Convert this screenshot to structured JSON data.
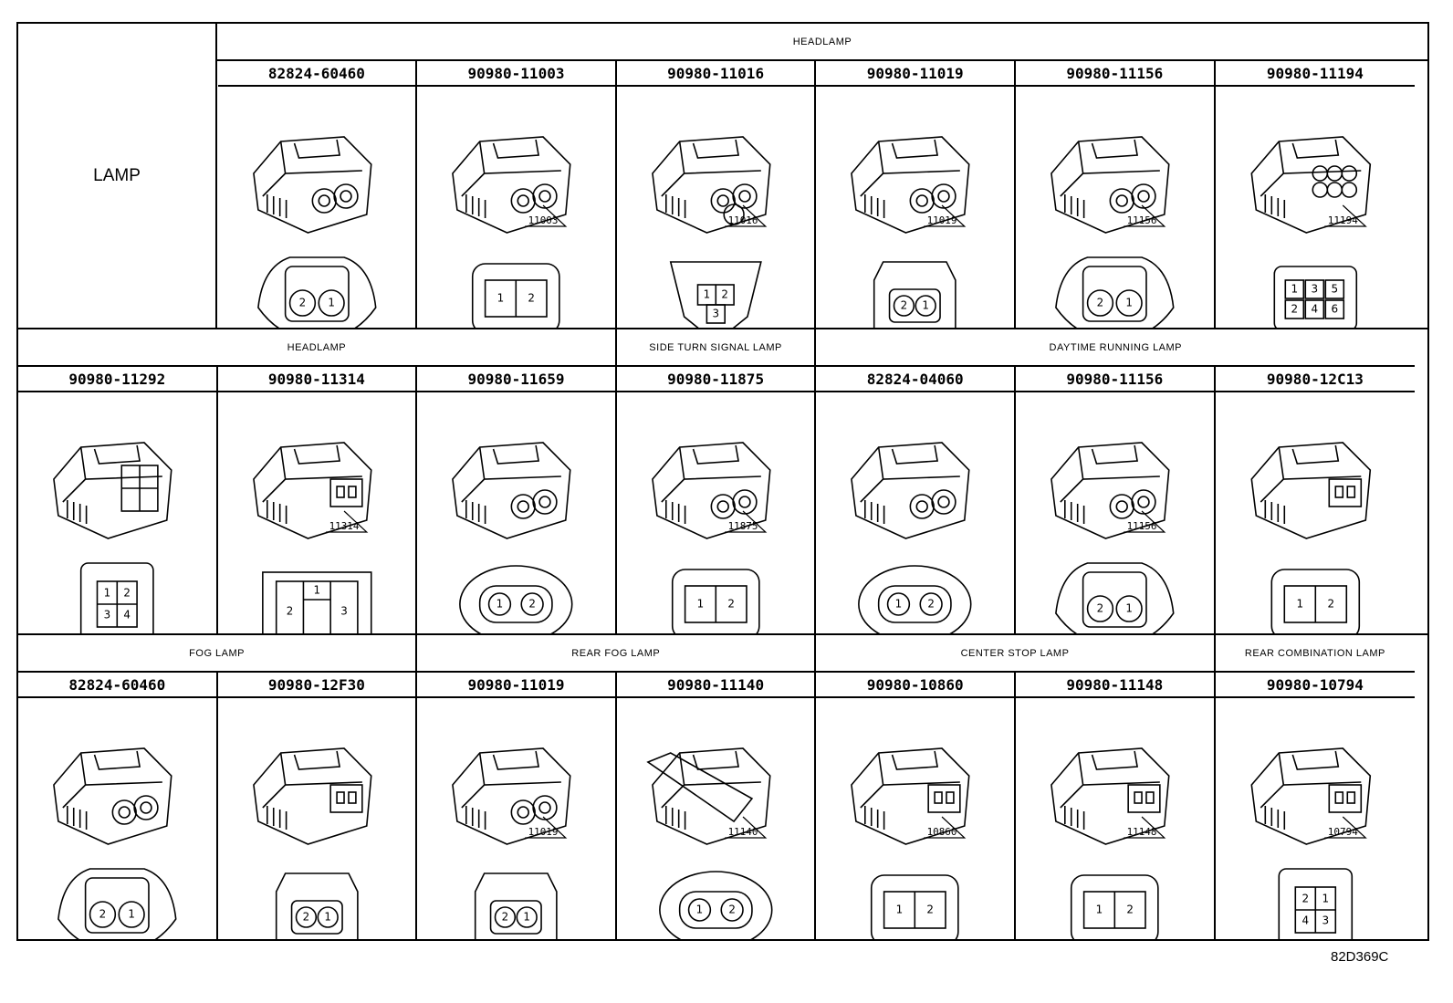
{
  "row1": {
    "left_label": "LAMP",
    "group": "HEADLAMP",
    "cells": [
      {
        "pn": "82824-60460",
        "pins": [
          "2",
          "1"
        ],
        "tag": "",
        "face": "round2"
      },
      {
        "pn": "90980-11003",
        "pins": [
          "1",
          "2"
        ],
        "tag": "11003",
        "face": "rect2"
      },
      {
        "pn": "90980-11016",
        "pins": [
          "1",
          "2",
          "3"
        ],
        "tag": "11016",
        "face": "tri3"
      },
      {
        "pn": "90980-11019",
        "pins": [
          "2",
          "1"
        ],
        "tag": "11019",
        "face": "small2"
      },
      {
        "pn": "90980-11156",
        "pins": [
          "2",
          "1"
        ],
        "tag": "11156",
        "face": "round2b"
      },
      {
        "pn": "90980-11194",
        "pins": [
          "1",
          "2",
          "3",
          "4",
          "5",
          "6"
        ],
        "tag": "11194",
        "face": "six"
      }
    ]
  },
  "row2": {
    "groups": [
      {
        "label": "HEADLAMP",
        "span": 3
      },
      {
        "label": "SIDE TURN SIGNAL LAMP",
        "span": 1
      },
      {
        "label": "DAYTIME RUNNING LAMP",
        "span": 3
      }
    ],
    "cells": [
      {
        "pn": "90980-11292",
        "pins": [
          "1",
          "2",
          "3",
          "4"
        ],
        "tag": "",
        "face": "four"
      },
      {
        "pn": "90980-11314",
        "pins": [
          "1",
          "2",
          "3"
        ],
        "tag": "11314",
        "face": "block3"
      },
      {
        "pn": "90980-11659",
        "pins": [
          "1",
          "2"
        ],
        "tag": "",
        "face": "oval2"
      },
      {
        "pn": "90980-11875",
        "pins": [
          "1",
          "2"
        ],
        "tag": "11875",
        "face": "side2"
      },
      {
        "pn": "82824-04060",
        "pins": [
          "1",
          "2"
        ],
        "tag": "",
        "face": "wide2"
      },
      {
        "pn": "90980-11156",
        "pins": [
          "2",
          "1"
        ],
        "tag": "11156",
        "face": "round2b"
      },
      {
        "pn": "90980-12C13",
        "pins": [
          "1",
          "2"
        ],
        "tag": "",
        "face": "tall2"
      }
    ]
  },
  "row3": {
    "groups": [
      {
        "label": "FOG LAMP",
        "span": 2
      },
      {
        "label": "REAR FOG LAMP",
        "span": 2
      },
      {
        "label": "CENTER STOP LAMP",
        "span": 2
      },
      {
        "label": "REAR COMBINATION LAMP",
        "span": 1
      }
    ],
    "cells": [
      {
        "pn": "82824-60460",
        "pins": [
          "2",
          "1"
        ],
        "tag": "",
        "face": "round2"
      },
      {
        "pn": "90980-12F30",
        "pins": [
          "2",
          "1"
        ],
        "tag": "",
        "face": "tiny2"
      },
      {
        "pn": "90980-11019",
        "pins": [
          "2",
          "1"
        ],
        "tag": "11019",
        "face": "small2"
      },
      {
        "pn": "90980-11140",
        "pins": [
          "1",
          "2"
        ],
        "tag": "11140",
        "face": "cyl2"
      },
      {
        "pn": "90980-10860",
        "pins": [
          "1",
          "2"
        ],
        "tag": "10860",
        "face": "latch2"
      },
      {
        "pn": "90980-11148",
        "pins": [
          "1",
          "2"
        ],
        "tag": "11148",
        "face": "flat2"
      },
      {
        "pn": "90980-10794",
        "pins": [
          "2",
          "1",
          "4",
          "3"
        ],
        "tag": "10794",
        "face": "quad"
      }
    ]
  },
  "figure_code": "82D369C"
}
